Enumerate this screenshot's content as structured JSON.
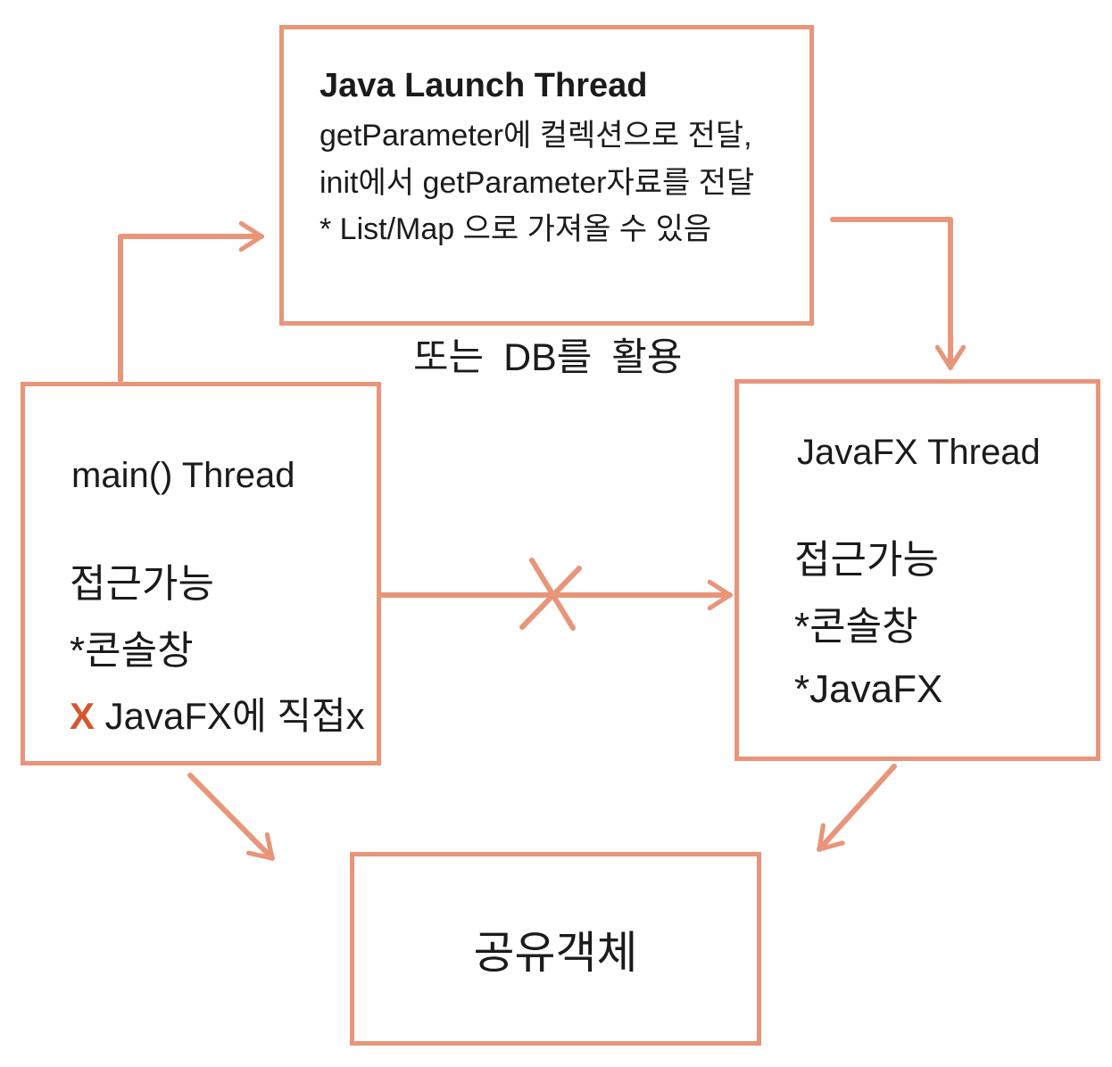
{
  "colors": {
    "accent": "#E8957A",
    "x_mark": "#D6572F",
    "text": "#1B1B1B",
    "background": "#FFFFFF"
  },
  "top_box": {
    "title": "Java Launch Thread",
    "lines": [
      "getParameter에 컬렉션으로 전달,",
      "init에서 getParameter자료를 전달",
      "* List/Map 으로 가져올 수 있음"
    ]
  },
  "middle_label": "또는 DB를 활용",
  "left_box": {
    "title": "main() Thread",
    "lines": [
      "접근가능",
      "*콘솔창"
    ],
    "warning_prefix": "X",
    "warning_text": " JavaFX에 직접x"
  },
  "right_box": {
    "title": "JavaFX Thread",
    "lines": [
      "접근가능",
      "*콘솔창",
      "*JavaFX"
    ]
  },
  "bottom_box": {
    "title": "공유객체"
  },
  "connections": [
    {
      "from": "main-thread",
      "to": "java-launch-thread",
      "style": "elbow-up-right",
      "blocked": false
    },
    {
      "from": "java-launch-thread",
      "to": "javafx-thread",
      "style": "elbow-right-down",
      "blocked": false
    },
    {
      "from": "main-thread",
      "to": "javafx-thread",
      "style": "straight-right",
      "blocked": true
    },
    {
      "from": "main-thread",
      "to": "shared-object",
      "style": "diagonal-down-right",
      "blocked": false
    },
    {
      "from": "javafx-thread",
      "to": "shared-object",
      "style": "diagonal-down-left",
      "blocked": false
    }
  ]
}
